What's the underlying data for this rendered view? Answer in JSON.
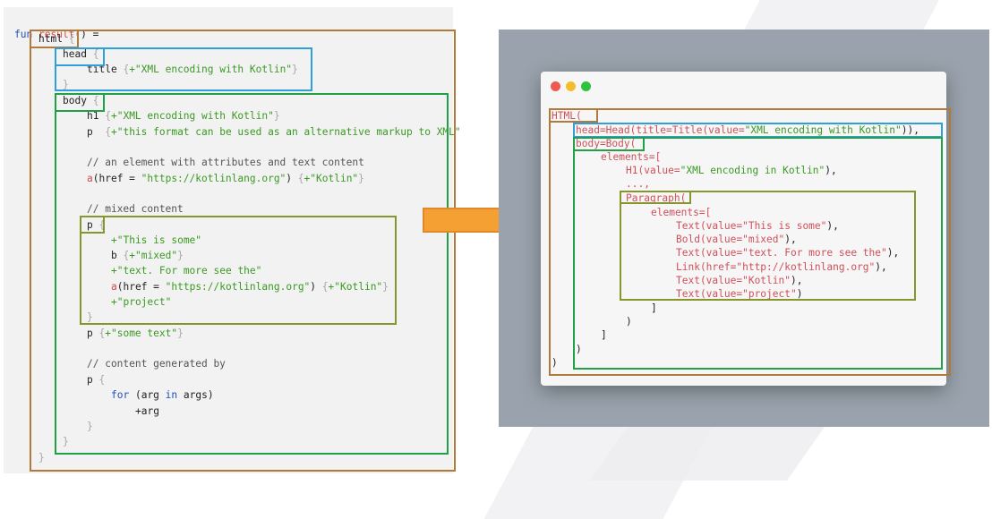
{
  "left_code": {
    "fun_kw": "fun",
    "fun_name": "result",
    "fun_rest": "() =",
    "html": "html",
    "head": "head",
    "title_kw": "title",
    "title_str": "+\"XML encoding with Kotlin\"",
    "body": "body",
    "h1_kw": "h1",
    "h1_str": "+\"XML encoding with Kotlin\"",
    "p1_kw": "p",
    "p1_str": "+\"this format can be used as an alternative markup to XML\"",
    "comment1": "// an element with attributes and text content",
    "a_kw": "a",
    "a_attr": "(href = ",
    "a_url": "\"https://kotlinlang.org\"",
    "a_close": ")",
    "a_str": "+\"Kotlin\"",
    "comment2": "// mixed content",
    "p2_kw": "p",
    "mix1": "+\"This is some\"",
    "b_kw": "b",
    "b_str": "+\"mixed\"",
    "mix2": "+\"text. For more see the\"",
    "a2_kw": "a",
    "a2_attr": "(href = ",
    "a2_url": "\"https://kotlinlang.org\"",
    "a2_close": ")",
    "a2_str": "+\"Kotlin\"",
    "mix3": "+\"project\"",
    "p3_kw": "p",
    "p3_str": "+\"some text\"",
    "comment3": "// content generated by",
    "p4_kw": "p",
    "for_kw": "for",
    "for_open": "(arg ",
    "in_kw": "in",
    "for_rest": " args)",
    "arg": "+arg",
    "open_brace": "{",
    "close_brace": "}"
  },
  "right_code": {
    "l1": "HTML(",
    "l2_a": "head=Head(title=Title(value=",
    "l2_s": "\"XML encoding with Kotlin\"",
    "l2_b": ")),",
    "l3": "body=Body(",
    "l4": "elements=[",
    "l5_a": "H1(value=",
    "l5_s": "\"XML encoding in Kotlin\"",
    "l5_b": "),",
    "l6": "...,",
    "l7": "Paragraph(",
    "l8": "elements=[",
    "l9_a": "Text(value=",
    "l9_s": "\"This is some\"",
    "l9_b": "),",
    "l10_a": "Bold(value=",
    "l10_s": "\"mixed\"",
    "l10_b": "),",
    "l11_a": "Text(value=",
    "l11_s": "\"text. For more see the\"",
    "l11_b": "),",
    "l12_a": "Link(href=",
    "l12_s": "\"http://kotlinlang.org\"",
    "l12_b": "),",
    "l13_a": "Text(value=",
    "l13_s": "\"Kotlin\"",
    "l13_b": "),",
    "l14_a": "Text(value=",
    "l14_s": "\"project\"",
    "l14_b": ")",
    "l15": "]",
    "l16": ")",
    "l17": "]",
    "l18": ")",
    "l19": ")"
  },
  "colors": {
    "html_box": "#b07a3a",
    "head_box": "#2e9fd8",
    "body_box": "#22a048",
    "paragraph_box": "#86962a",
    "arrow": "#f5a033"
  },
  "icons": [
    "window-close-dot",
    "window-minimize-dot",
    "window-maximize-dot",
    "arrow-right-icon"
  ]
}
